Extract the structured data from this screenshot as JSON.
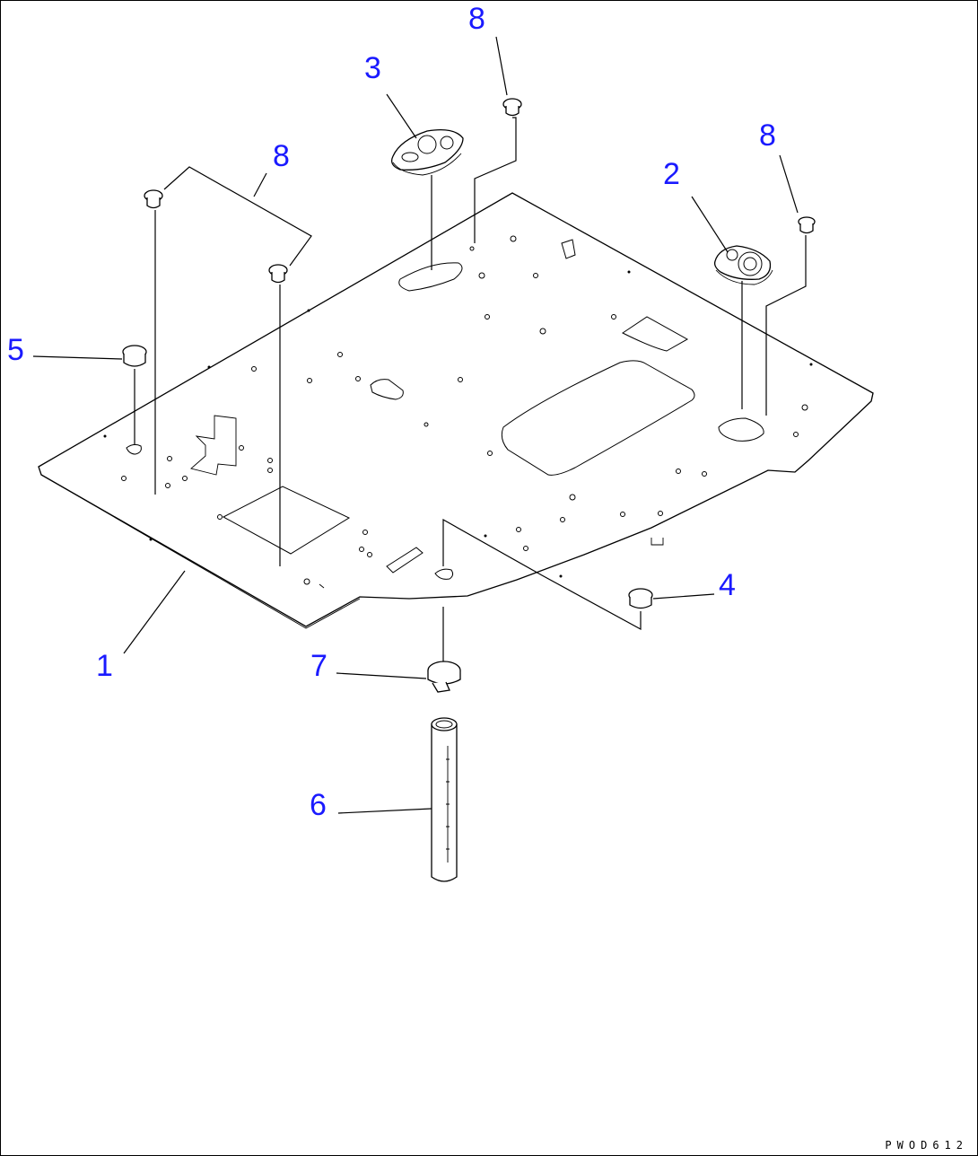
{
  "diagram": {
    "callouts": [
      {
        "id": "callout-1",
        "text": "1"
      },
      {
        "id": "callout-2",
        "text": "2"
      },
      {
        "id": "callout-3",
        "text": "3"
      },
      {
        "id": "callout-4",
        "text": "4"
      },
      {
        "id": "callout-5",
        "text": "5"
      },
      {
        "id": "callout-6",
        "text": "6"
      },
      {
        "id": "callout-7",
        "text": "7"
      },
      {
        "id": "callout-8-top",
        "text": "8"
      },
      {
        "id": "callout-8-left",
        "text": "8"
      },
      {
        "id": "callout-8-right",
        "text": "8"
      }
    ],
    "drawing_code": "PWOD612"
  },
  "colors": {
    "callout": "#1a1aff",
    "line": "#000000",
    "background": "#ffffff"
  }
}
